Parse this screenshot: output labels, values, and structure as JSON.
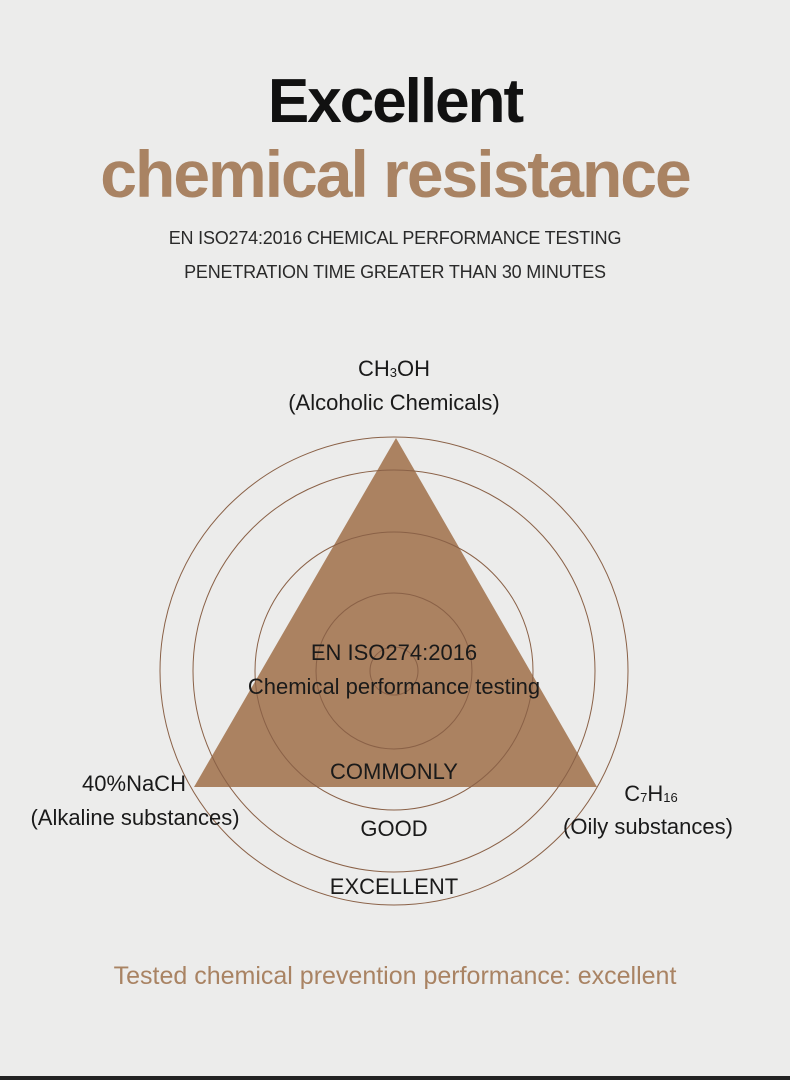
{
  "header": {
    "title_line1": "Excellent",
    "title_line2": "chemical resistance",
    "subtitle_line1": "EN ISO274:2016 CHEMICAL PERFORMANCE TESTING",
    "subtitle_line2": "PENETRATION TIME GREATER THAN 30 MINUTES"
  },
  "diagram": {
    "top_formula": {
      "pre": "CH",
      "sub": "3",
      "post": "OH"
    },
    "top_desc": "(Alcoholic Chemicals)",
    "left_formula": "40%NaCH",
    "left_desc": "(Alkaline substances)",
    "right_formula": {
      "pre": "C",
      "sub1": "7",
      "mid": "H",
      "sub2": "16"
    },
    "right_desc": "(Oily substances)",
    "center_line1": "EN ISO274:2016",
    "center_line2": "Chemical performance testing",
    "ring_labels": [
      "COMMONLY",
      "GOOD",
      "EXCELLENT"
    ],
    "colors": {
      "triangle": "#ab8261",
      "ring": "#8a6147"
    }
  },
  "footer": "Tested chemical prevention performance: excellent"
}
